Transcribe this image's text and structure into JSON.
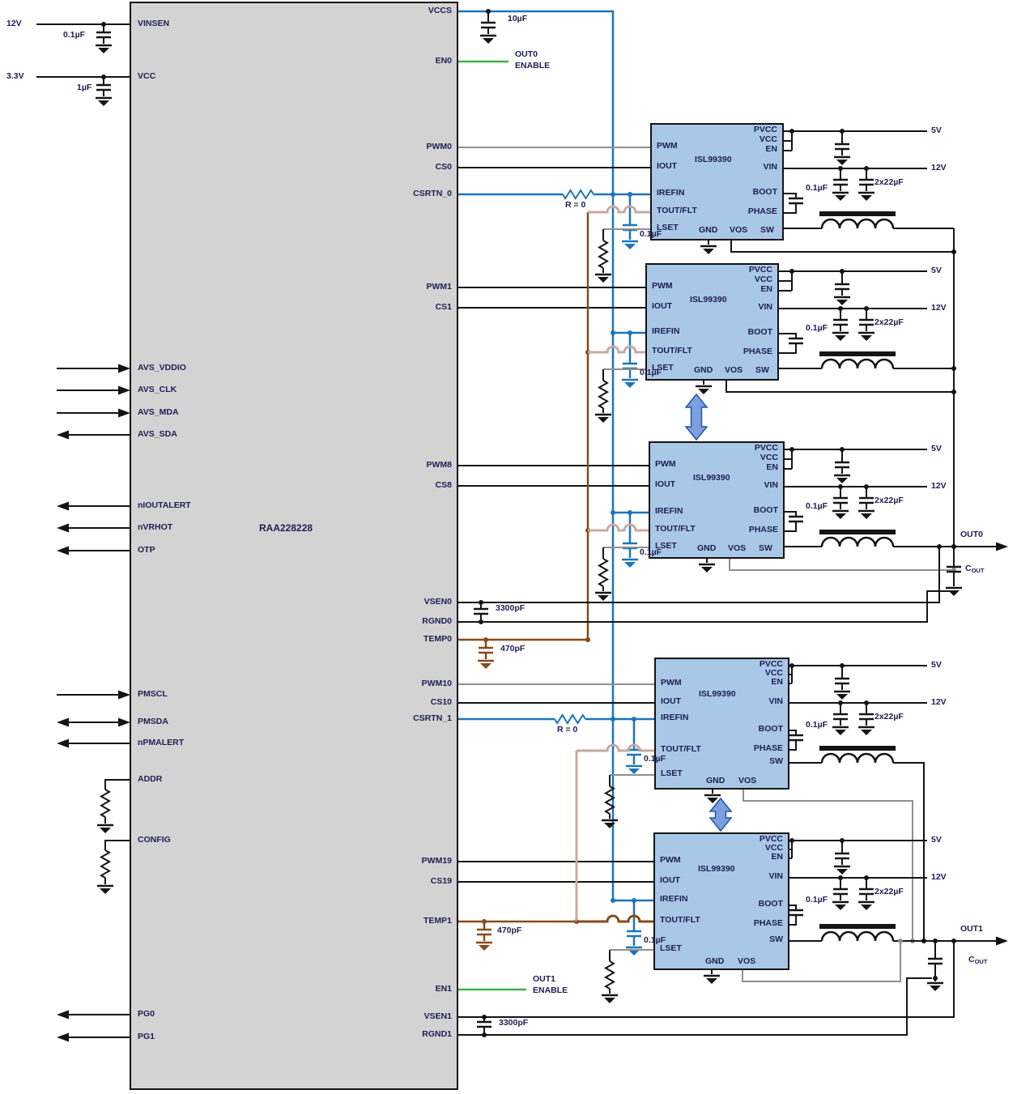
{
  "controller": {
    "name": "RAA228228",
    "left_pins": [
      "VINSEN",
      "VCC",
      "AVS_VDDIO",
      "AVS_CLK",
      "AVS_MDA",
      "AVS_SDA",
      "nIOUTALERT",
      "nVRHOT",
      "OTP",
      "PMSCL",
      "PMSDA",
      "nPMALERT",
      "ADDR",
      "CONFIG",
      "PG0",
      "PG1"
    ],
    "right_pins": [
      "VCCS",
      "EN0",
      "PWM0",
      "CS0",
      "CSRTN_0",
      "PWM1",
      "CS1",
      "PWM8",
      "CS8",
      "VSEN0",
      "RGND0",
      "TEMP0",
      "PWM10",
      "CS10",
      "CSRTN_1",
      "PWM19",
      "CS19",
      "TEMP1",
      "EN1",
      "VSEN1",
      "RGND1"
    ]
  },
  "power_stage": {
    "name": "ISL99390",
    "instances": 5,
    "pins": {
      "pwm": "PWM",
      "iout": "IOUT",
      "irefin": "IREFIN",
      "toutflt": "TOUT/FLT",
      "lset": "LSET",
      "pvcc": "PVCC",
      "vcc": "VCC",
      "en": "EN",
      "vin": "VIN",
      "boot": "BOOT",
      "phase": "PHASE",
      "sw": "SW",
      "gnd": "GND",
      "vos": "VOS"
    }
  },
  "annotations": {
    "rail_12v": "12V",
    "rail_3v3": "3.3V",
    "rail_5v": "5V",
    "cap_vinsen": "0.1µF",
    "cap_vcc": "1µF",
    "cap_vccs": "10µF",
    "cap_irefin": "0.1µF",
    "cap_boot": "0.1µF",
    "cap_bulk": "2x22µF",
    "cap_vsen0": "3300pF",
    "cap_vsen1": "3300pF",
    "cap_temp0": "470pF",
    "cap_temp1": "470pF",
    "res_zero": "R = 0",
    "out0_enable": [
      "OUT0",
      "ENABLE"
    ],
    "out1_enable": [
      "OUT1",
      "ENABLE"
    ],
    "out0": "OUT0",
    "out1": "OUT1",
    "cout_main": "C",
    "cout_sub": "OUT"
  },
  "colors": {
    "controller_fill": "#d3d3d3",
    "stage_fill": "#a9c7e7",
    "blue_net": "#1b75bc",
    "green_net": "#44b04a",
    "brown_net": "#8a4a18",
    "tan_net": "#c9a9a0",
    "gray_net": "#8f8f8f"
  }
}
